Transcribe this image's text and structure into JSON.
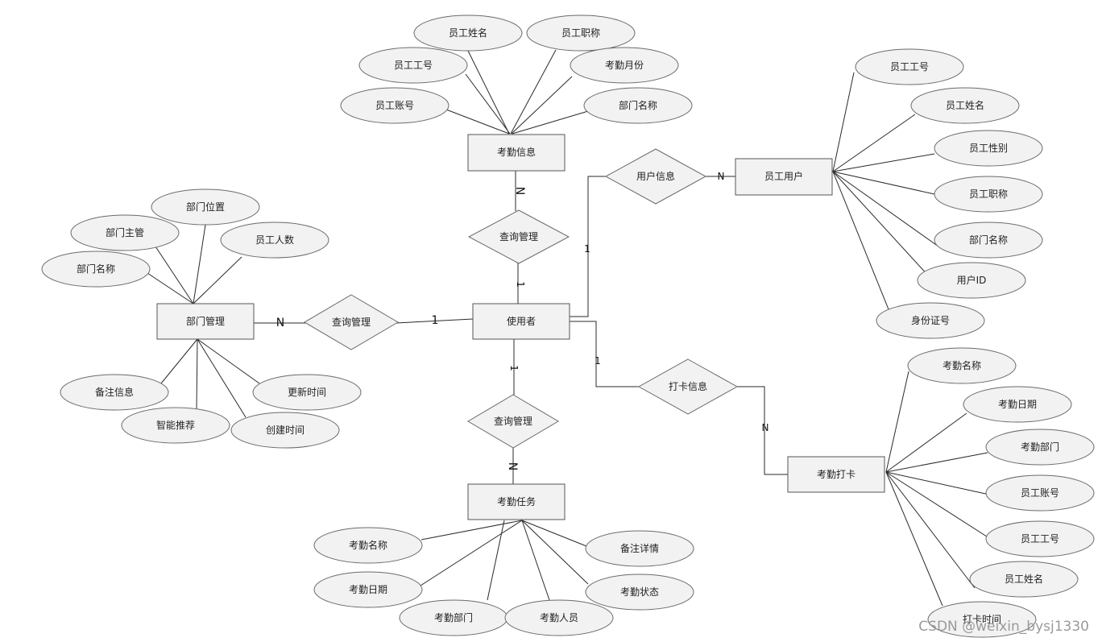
{
  "entities": {
    "attendance_info": "考勤信息",
    "employee_user": "员工用户",
    "dept_mgmt": "部门管理",
    "user": "使用者",
    "attendance_task": "考勤任务",
    "attendance_clock": "考勤打卡"
  },
  "relationships": {
    "query_top": "查询管理",
    "user_info": "用户信息",
    "query_left": "查询管理",
    "query_bottom": "查询管理",
    "clock_info": "打卡信息"
  },
  "attributes": {
    "attendance_info": [
      "员工姓名",
      "员工职称",
      "员工工号",
      "考勤月份",
      "员工账号",
      "部门名称"
    ],
    "employee_user": [
      "员工工号",
      "员工姓名",
      "员工性别",
      "员工职称",
      "部门名称",
      "用户ID",
      "身份证号"
    ],
    "dept_mgmt": [
      "部门位置",
      "部门主管",
      "员工人数",
      "部门名称",
      "备注信息",
      "更新时间",
      "智能推荐",
      "创建时间"
    ],
    "attendance_task": [
      "考勤名称",
      "备注详情",
      "考勤日期",
      "考勤状态",
      "考勤部门",
      "考勤人员"
    ],
    "attendance_clock": [
      "考勤名称",
      "考勤日期",
      "考勤部门",
      "员工账号",
      "员工工号",
      "员工姓名",
      "打卡时间"
    ]
  },
  "cardinalities": {
    "top_n": "N",
    "top_1": "1",
    "left_n": "N",
    "left_1": "1",
    "bottom_1": "1",
    "bottom_n": "N",
    "userinfo_n": "N",
    "userinfo_1": "1",
    "clock_1": "1",
    "clock_n": "N"
  },
  "watermark": "CSDN @weixin_bysj1330"
}
